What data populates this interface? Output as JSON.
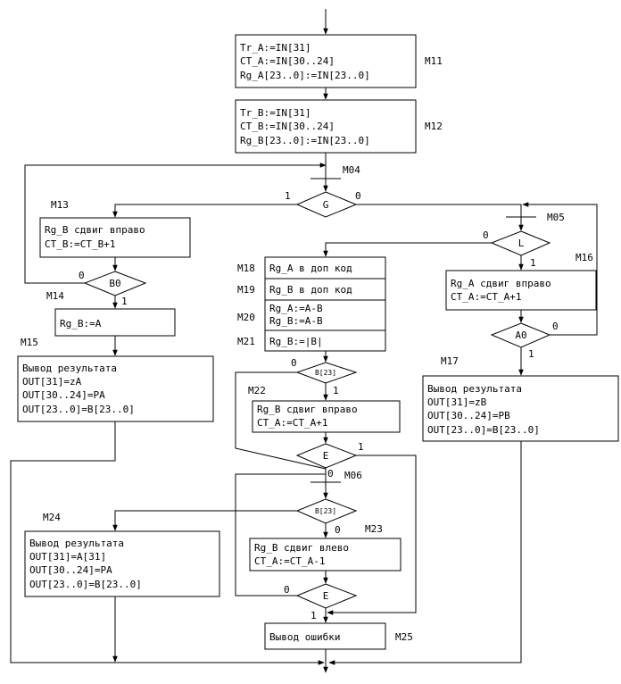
{
  "blocks": {
    "m11": {
      "label": "M11",
      "lines": [
        "Tr_A:=IN[31]",
        "CT_A:=IN[30..24]",
        "Rg_A[23..0]:=IN[23..0]"
      ]
    },
    "m12": {
      "label": "M12",
      "lines": [
        "Tr_B:=IN[31]",
        "CT_B:=IN[30..24]",
        "Rg_B[23..0]:=IN[23..0]"
      ]
    },
    "m13": {
      "label": "M13",
      "lines": [
        "Rg_B сдвиг вправо",
        "CT_B:=CT_B+1"
      ]
    },
    "m14": {
      "label": "M14",
      "lines": [
        "Rg_B:=A"
      ]
    },
    "m15": {
      "label": "M15",
      "lines": [
        "Вывод результата",
        "OUT[31]=zA",
        "OUT[30..24]=PA",
        "OUT[23..0]=B[23..0]"
      ]
    },
    "m16": {
      "label": "M16",
      "lines": [
        "Rg_A сдвиг вправо",
        "CT_A:=CT_A+1"
      ]
    },
    "m17": {
      "label": "M17",
      "lines": [
        "Вывод результата",
        "OUT[31]=zB",
        "OUT[30..24]=PB",
        "OUT[23..0]=B[23..0]"
      ]
    },
    "m18": {
      "label": "M18",
      "lines": [
        "Rg_A в доп код"
      ]
    },
    "m19": {
      "label": "M19",
      "lines": [
        "Rg_B в доп код"
      ]
    },
    "m20": {
      "label": "M20",
      "lines": [
        "Rg_A:=A-B",
        "Rg_B:=A-B"
      ]
    },
    "m21": {
      "label": "M21",
      "lines": [
        "Rg_B:=|B|"
      ]
    },
    "m22": {
      "label": "M22",
      "lines": [
        "Rg_B сдвиг вправо",
        "CT_A:=CT_A+1"
      ]
    },
    "m23": {
      "label": "M23",
      "lines": [
        "Rg_B сдвиг влево",
        "CT_A:=CT_A-1"
      ]
    },
    "m24": {
      "label": "M24",
      "lines": [
        "Вывод результата",
        "OUT[31]=A[31]",
        "OUT[30..24]=PA",
        "OUT[23..0]=B[23..0]"
      ]
    },
    "m25": {
      "label": "M25",
      "lines": [
        "Вывод ошибки"
      ]
    }
  },
  "nodes": {
    "m04": "M04",
    "m05": "M05",
    "m06": "M06"
  },
  "decisions": {
    "g": {
      "text": "G",
      "one": "1",
      "zero": "0"
    },
    "l": {
      "text": "L",
      "one": "1",
      "zero": "0"
    },
    "b0": {
      "text": "B0",
      "one": "1",
      "zero": "0"
    },
    "a0": {
      "text": "A0",
      "one": "1",
      "zero": "0"
    },
    "b23a": {
      "text": "B[23]",
      "one": "1",
      "zero": "0"
    },
    "e1": {
      "text": "E",
      "one": "1",
      "zero": "0"
    },
    "b23b": {
      "text": "B[23]",
      "zero": "0"
    },
    "e2": {
      "text": "E",
      "one": "1",
      "zero": "0"
    }
  }
}
